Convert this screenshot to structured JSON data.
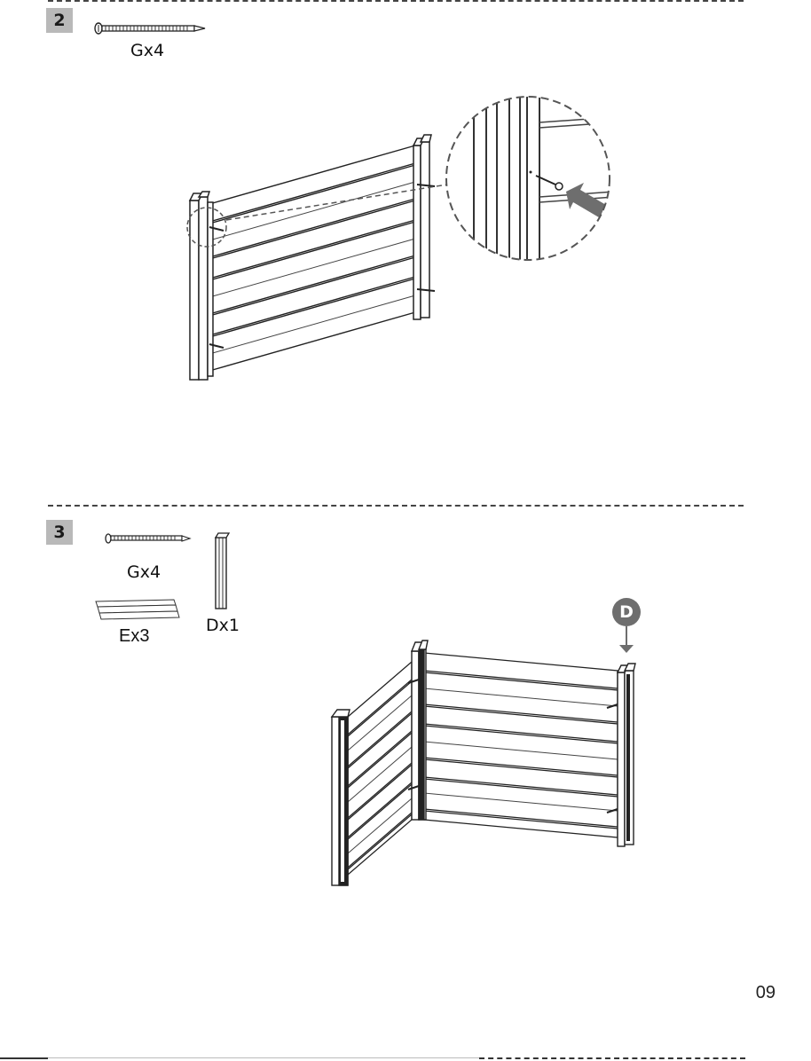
{
  "steps": [
    {
      "number": "2",
      "parts": [
        {
          "label": "Gx4",
          "icon": "screw-icon"
        }
      ]
    },
    {
      "number": "3",
      "parts": [
        {
          "label": "Gx4",
          "icon": "screw-icon"
        },
        {
          "label": "Dx1",
          "icon": "post-icon"
        },
        {
          "label": "Ex3",
          "icon": "boards-icon"
        }
      ],
      "callout": "D"
    }
  ],
  "page_number": "09",
  "colors": {
    "badge": "#b9b9b9",
    "ink": "#1a1a1a",
    "detail_arrow": "#6e6e6e"
  }
}
